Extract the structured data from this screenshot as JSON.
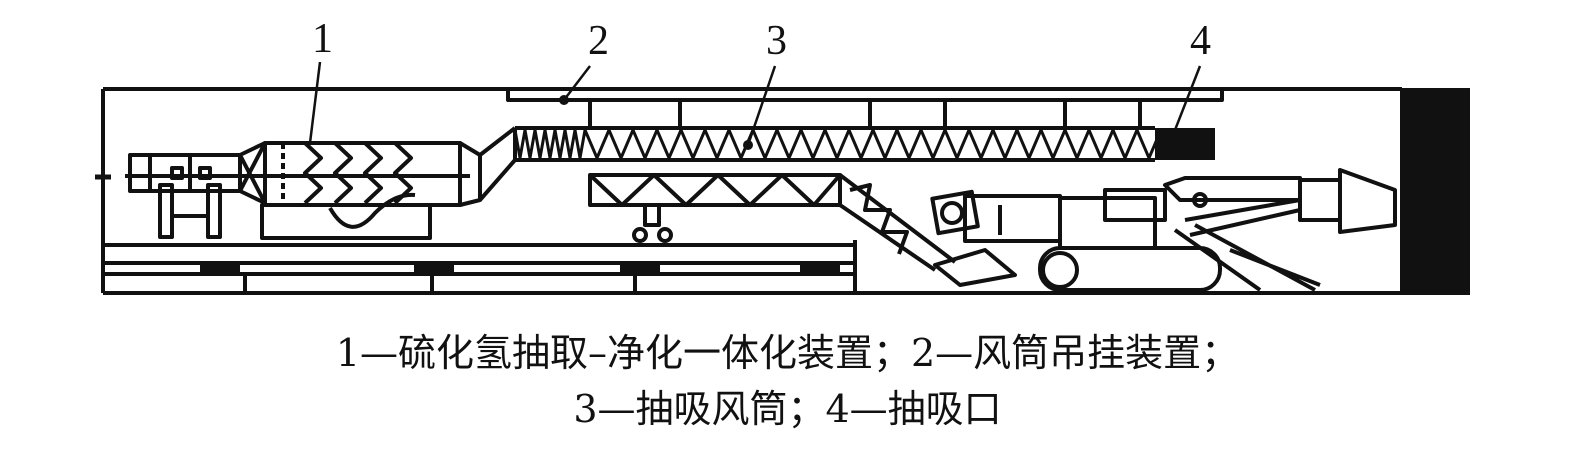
{
  "figure": {
    "callouts": [
      "1",
      "2",
      "3",
      "4"
    ],
    "caption": {
      "line1": "1—硫化氢抽取–净化一体化装置；2—风筒吊挂装置；",
      "line2": "3—抽吸风筒；4—抽吸口"
    },
    "colors": {
      "ink": "#111111",
      "background": "#ffffff"
    }
  }
}
